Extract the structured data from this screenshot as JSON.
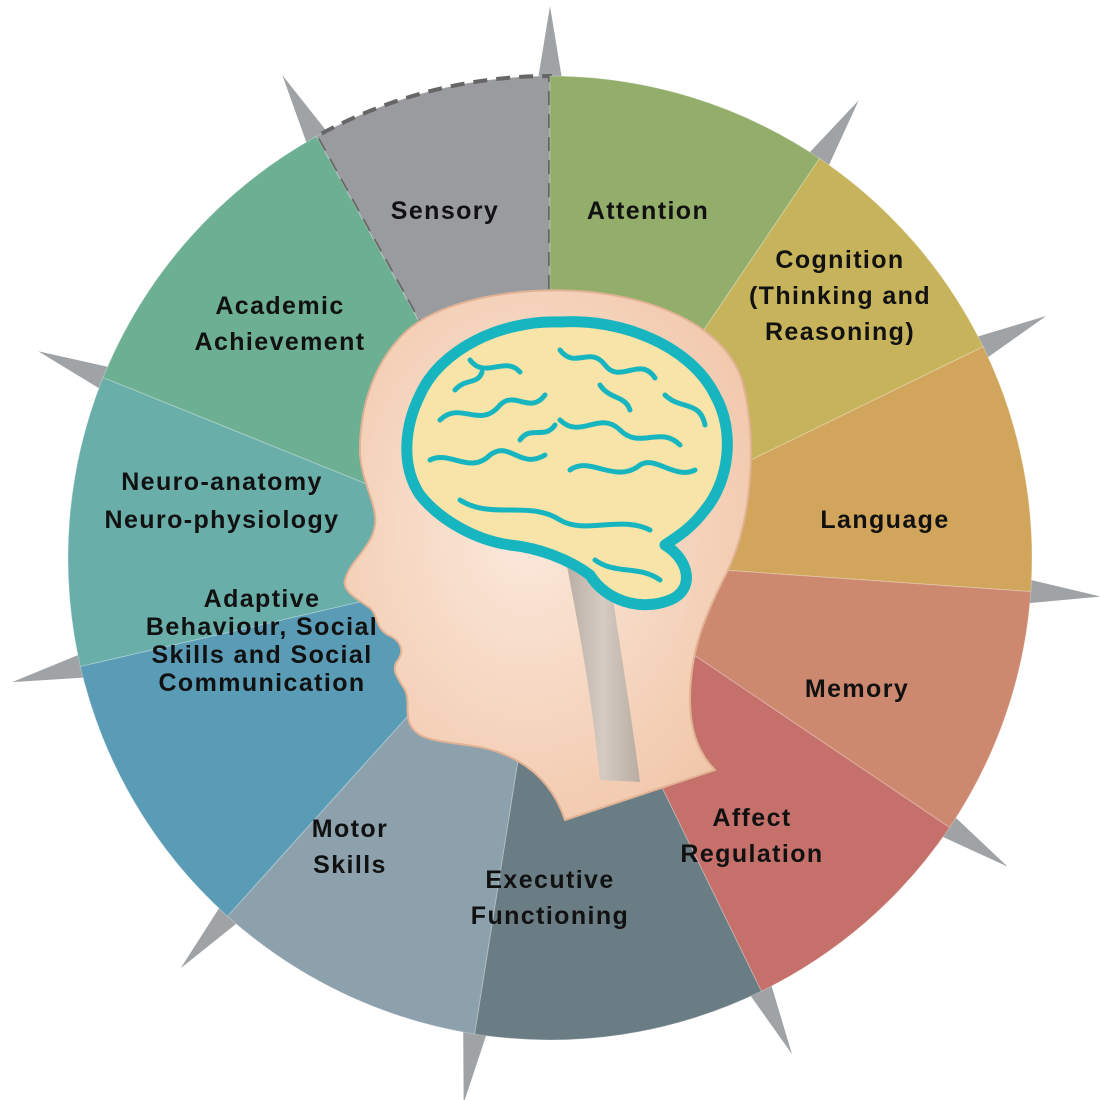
{
  "segments": [
    {
      "id": "sensory",
      "lines": [
        "Sensory"
      ],
      "color": "#9a9b9f"
    },
    {
      "id": "attention",
      "lines": [
        "Attention"
      ],
      "color": "#93ad6a"
    },
    {
      "id": "cognition",
      "lines": [
        "Cognition",
        "(Thinking and",
        "Reasoning)"
      ],
      "color": "#c7b35c"
    },
    {
      "id": "language",
      "lines": [
        "Language"
      ],
      "color": "#d1a65c"
    },
    {
      "id": "memory",
      "lines": [
        "Memory"
      ],
      "color": "#cd8970"
    },
    {
      "id": "affect-regulation",
      "lines": [
        "Affect",
        "Regulation"
      ],
      "color": "#c5706a"
    },
    {
      "id": "executive-functioning",
      "lines": [
        "Executive",
        "Functioning"
      ],
      "color": "#6b7d84"
    },
    {
      "id": "motor-skills",
      "lines": [
        "Motor",
        "Skills"
      ],
      "color": "#8da1ad"
    },
    {
      "id": "adaptive-behaviour",
      "lines": [
        "Adaptive",
        "Behaviour, Social",
        "Skills and Social",
        "Communication"
      ],
      "color": "#5a9cb5"
    },
    {
      "id": "neuroanatomy",
      "lines": [
        "Neuro-anatomy",
        "Neuro-physiology"
      ],
      "color": "#6aaeaa"
    },
    {
      "id": "academic-achievement",
      "lines": [
        "Academic",
        "Achievement"
      ],
      "color": "#6caf92"
    }
  ],
  "colors": {
    "skin": "#f4cfb6",
    "skin_light": "#fae6d8",
    "brain_fill": "#f8e4a8",
    "brain_outline": "#17b5c0",
    "spine": "#c7bcb1",
    "sensory_dash": "#666666"
  }
}
